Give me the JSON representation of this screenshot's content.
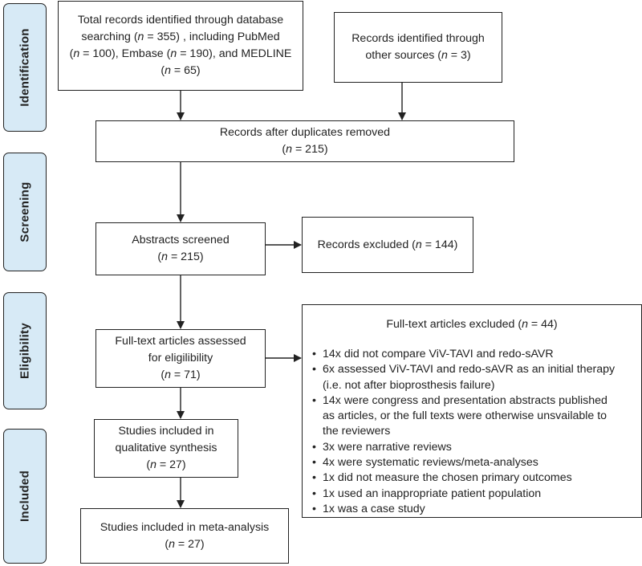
{
  "phases": {
    "identification": "Identification",
    "screening": "Screening",
    "eligibility": "Eligibility",
    "included": "Included"
  },
  "boxes": {
    "db_records": {
      "line1": "Total records identified through database",
      "line2a": "searching (",
      "line2b": " = 355) , including PubMed",
      "line3a": "(",
      "line3b": " = 100), Embase (",
      "line3c": " = 190), and MEDLINE",
      "line4a": "(",
      "line4b": " = 65)"
    },
    "other_records": {
      "line1": "Records identified through",
      "line2a": "other sources (",
      "line2b": " = 3)"
    },
    "after_duplicates": {
      "line1": "Records after duplicates removed",
      "line2a": "(",
      "line2b": " = 215)"
    },
    "abstracts_screened": {
      "line1": "Abstracts screened",
      "line2a": "(",
      "line2b": " = 215)"
    },
    "records_excluded": {
      "line1a": "Records excluded (",
      "line1b": " = 144)"
    },
    "fulltext_assessed": {
      "line1": "Full-text articles assessed",
      "line2": "for eligilibility",
      "line3a": "(",
      "line3b": " = 71)"
    },
    "qualitative": {
      "line1": "Studies included in",
      "line2": "qualitative synthesis",
      "line3a": "(",
      "line3b": " = 27)"
    },
    "meta_analysis": {
      "line1": "Studies included in meta-analysis",
      "line2a": "(",
      "line2b": " = 27)"
    }
  },
  "n_symbol": "n",
  "fulltext_excluded": {
    "title_a": "Full-text articles excluded (",
    "title_b": " = 44)",
    "reasons": [
      {
        "lines": [
          "14x did not compare ViV-TAVI and redo-sAVR"
        ]
      },
      {
        "lines": [
          "6x assessed ViV-TAVI and redo-sAVR as an initial therapy",
          "(i.e. not after bioprosthesis failure)"
        ]
      },
      {
        "lines": [
          "14x were congress and presentation abstracts published",
          "as articles, or the full texts were otherwise unsvailable to",
          "the reviewers"
        ]
      },
      {
        "lines": [
          "3x were narrative reviews"
        ]
      },
      {
        "lines": [
          "4x were systematic reviews/meta-analyses"
        ]
      },
      {
        "lines": [
          "1x did not measure the chosen primary outcomes"
        ]
      },
      {
        "lines": [
          "1x used an inappropriate patient population"
        ]
      },
      {
        "lines": [
          "1x was a case study"
        ]
      }
    ]
  },
  "colors": {
    "phase_fill": "#d7eaf6",
    "stroke": "#222222"
  }
}
